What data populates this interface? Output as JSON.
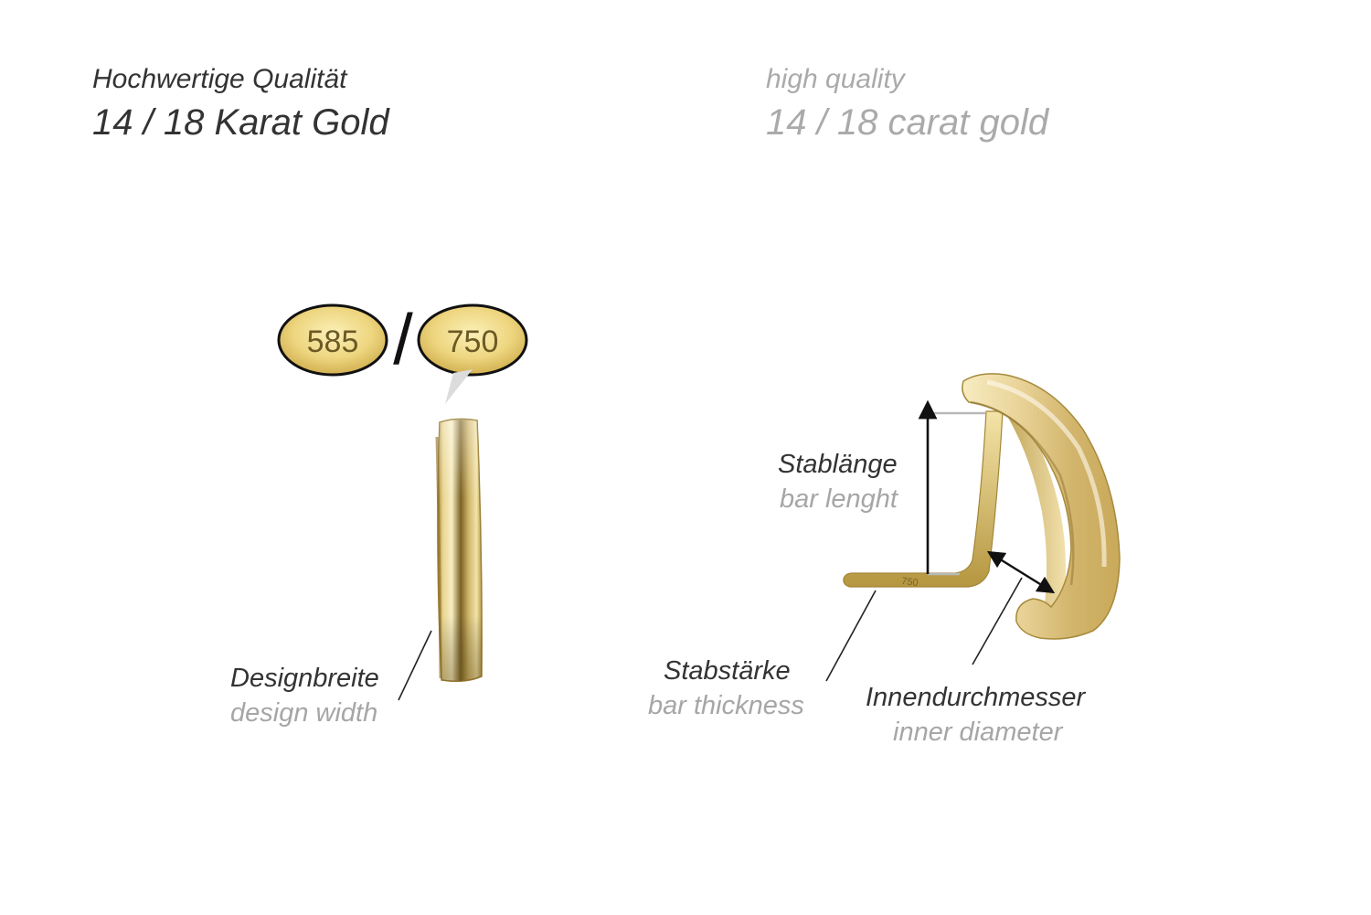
{
  "header": {
    "de_line1": "Hochwertige Qualität",
    "de_line2": "14 / 18 Karat Gold",
    "en_line1": "high quality",
    "en_line2": "14 / 18 carat gold"
  },
  "hallmarks": {
    "left": "585",
    "right": "750",
    "separator": "/",
    "engraving": "750"
  },
  "labels": {
    "design_width_de": "Designbreite",
    "design_width_en": "design width",
    "bar_length_de": "Stablänge",
    "bar_length_en": "bar lenght",
    "bar_thickness_de": "Stabstärke",
    "bar_thickness_en": "bar thickness",
    "inner_diameter_de": "Innendurchmesser",
    "inner_diameter_en": "inner diameter"
  },
  "colors": {
    "gold_light": "#f6e9b8",
    "gold_mid": "#d9c07a",
    "gold_dark": "#a8893e",
    "text_dark": "#333333",
    "text_light": "#aaaaaa"
  }
}
